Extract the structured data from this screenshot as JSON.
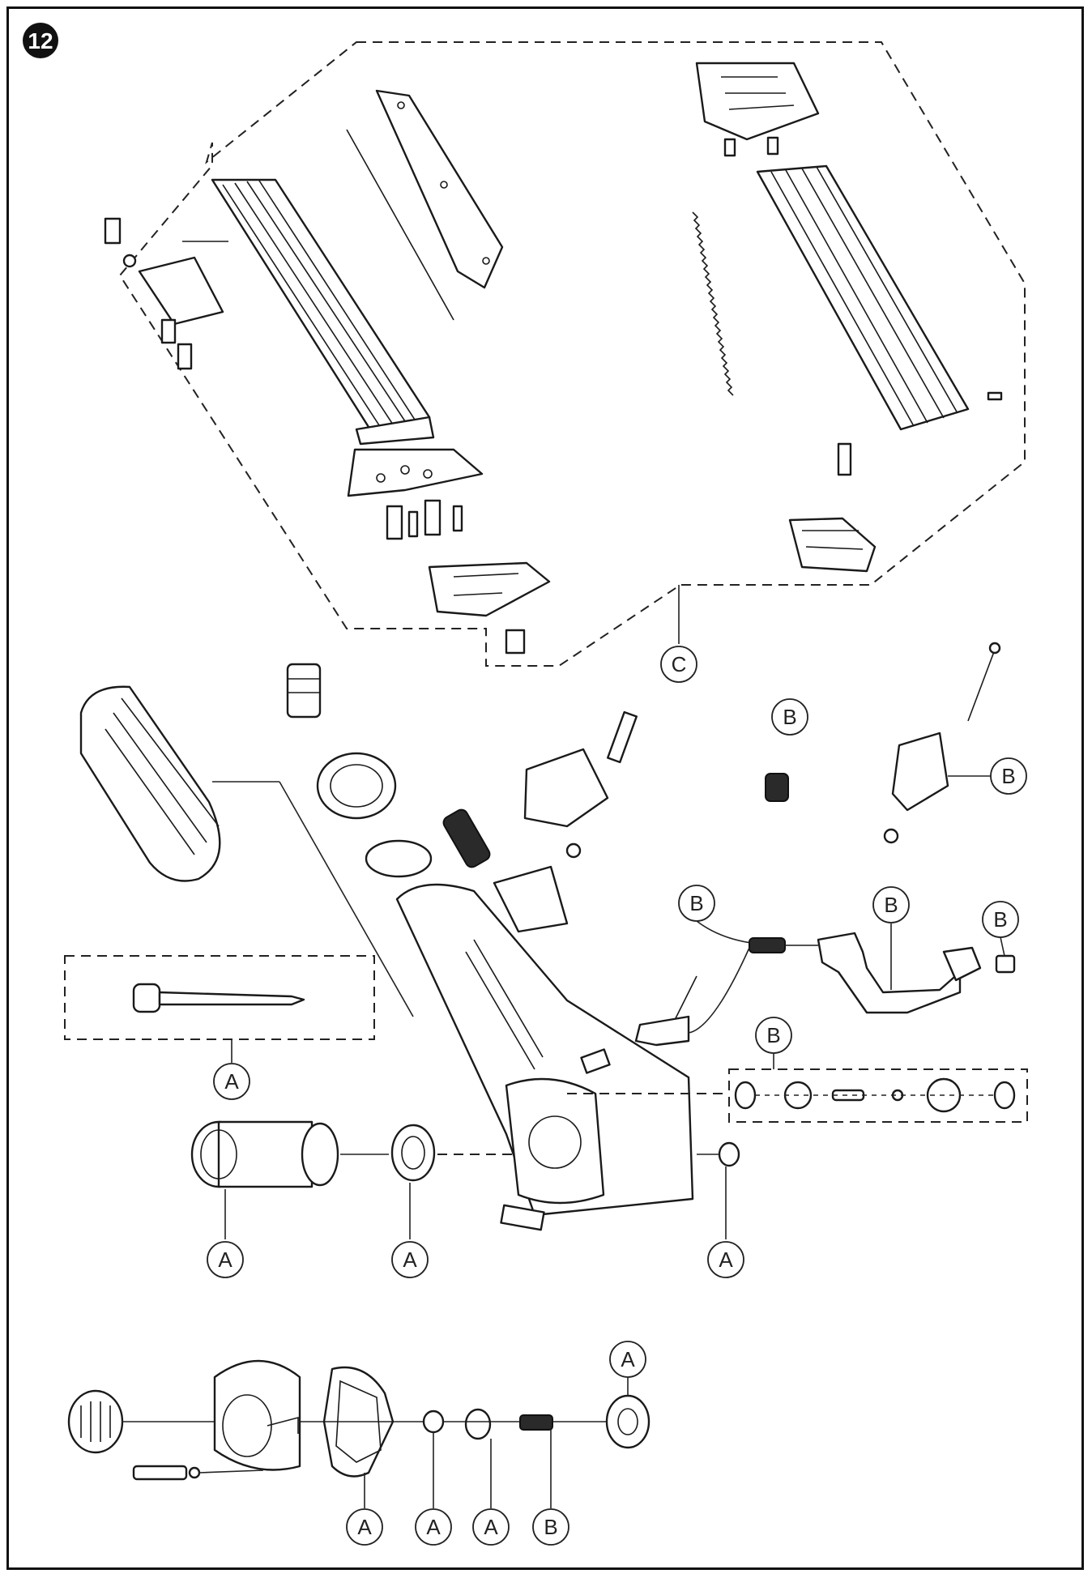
{
  "figure": {
    "step_number": "12"
  },
  "callouts": {
    "c1": "C",
    "b1": "B",
    "b2": "B",
    "b3": "B",
    "b4": "B",
    "b5": "B",
    "b6": "B",
    "a1": "A",
    "a2": "A",
    "a3": "A",
    "a4": "A",
    "a5": "A",
    "a6": "A",
    "a7": "A",
    "a8": "A",
    "b7": "B"
  }
}
